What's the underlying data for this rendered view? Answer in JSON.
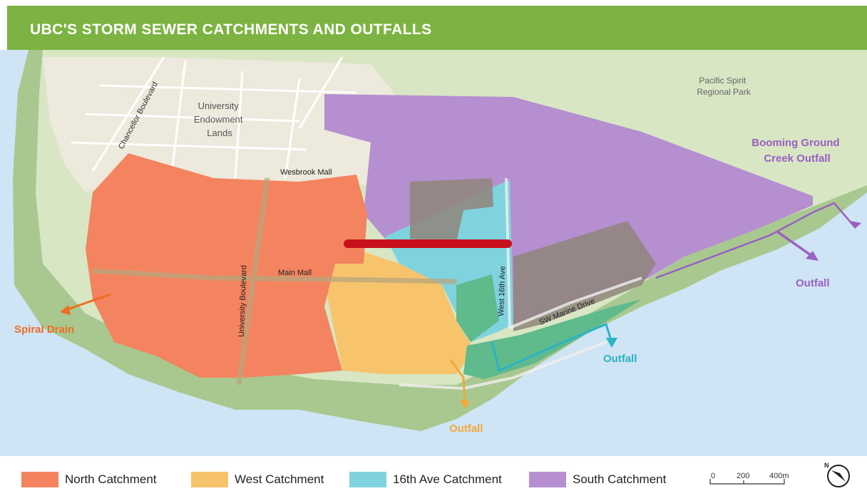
{
  "title": "UBC'S STORM SEWER CATCHMENTS AND OUTFALLS",
  "labels": {
    "park": [
      "Pacific Spirit",
      "Regional Park"
    ],
    "endowment": [
      "University",
      "Endowment",
      "Lands"
    ],
    "chancellor": "Chancellor Boulevard",
    "wesbrook": "Wesbrook Mall",
    "university_blvd": "University Boulevard",
    "main_mall": "Main Mall",
    "west16": "West 16th Ave",
    "sw_marine": "SW Marine Drive",
    "booming": [
      "Booming Ground",
      "Creek Outfall"
    ],
    "spiral": "Spiral Drain",
    "outfall_west": "Outfall",
    "outfall_16th": "Outfall",
    "outfall_south": "Outfall"
  },
  "legend": [
    {
      "label": "North Catchment",
      "color": "#f4845f"
    },
    {
      "label": "West Catchment",
      "color": "#f7c46c"
    },
    {
      "label": "16th Ave Catchment",
      "color": "#7fd3de"
    },
    {
      "label": "South Catchment",
      "color": "#b58fd0"
    }
  ],
  "scale": {
    "ticks": [
      "0",
      "200",
      "400m"
    ]
  },
  "colors": {
    "title_bar": "#7cb342",
    "water": "#cfe4f4",
    "shore": "#a8c890",
    "land": "#d8e6c4",
    "urban": "#ede9dc",
    "north": "#f4845f",
    "west": "#f7c46c",
    "ave16": "#7fd3de",
    "south": "#b58fd0",
    "green": "#5fba8c",
    "spiral_arrow": "#ef6c22",
    "west_outfall": "#f2a83a",
    "ave16_outfall": "#2bb3c6",
    "south_outfall": "#9a5fc2",
    "highlight_line": "#c8101c"
  }
}
